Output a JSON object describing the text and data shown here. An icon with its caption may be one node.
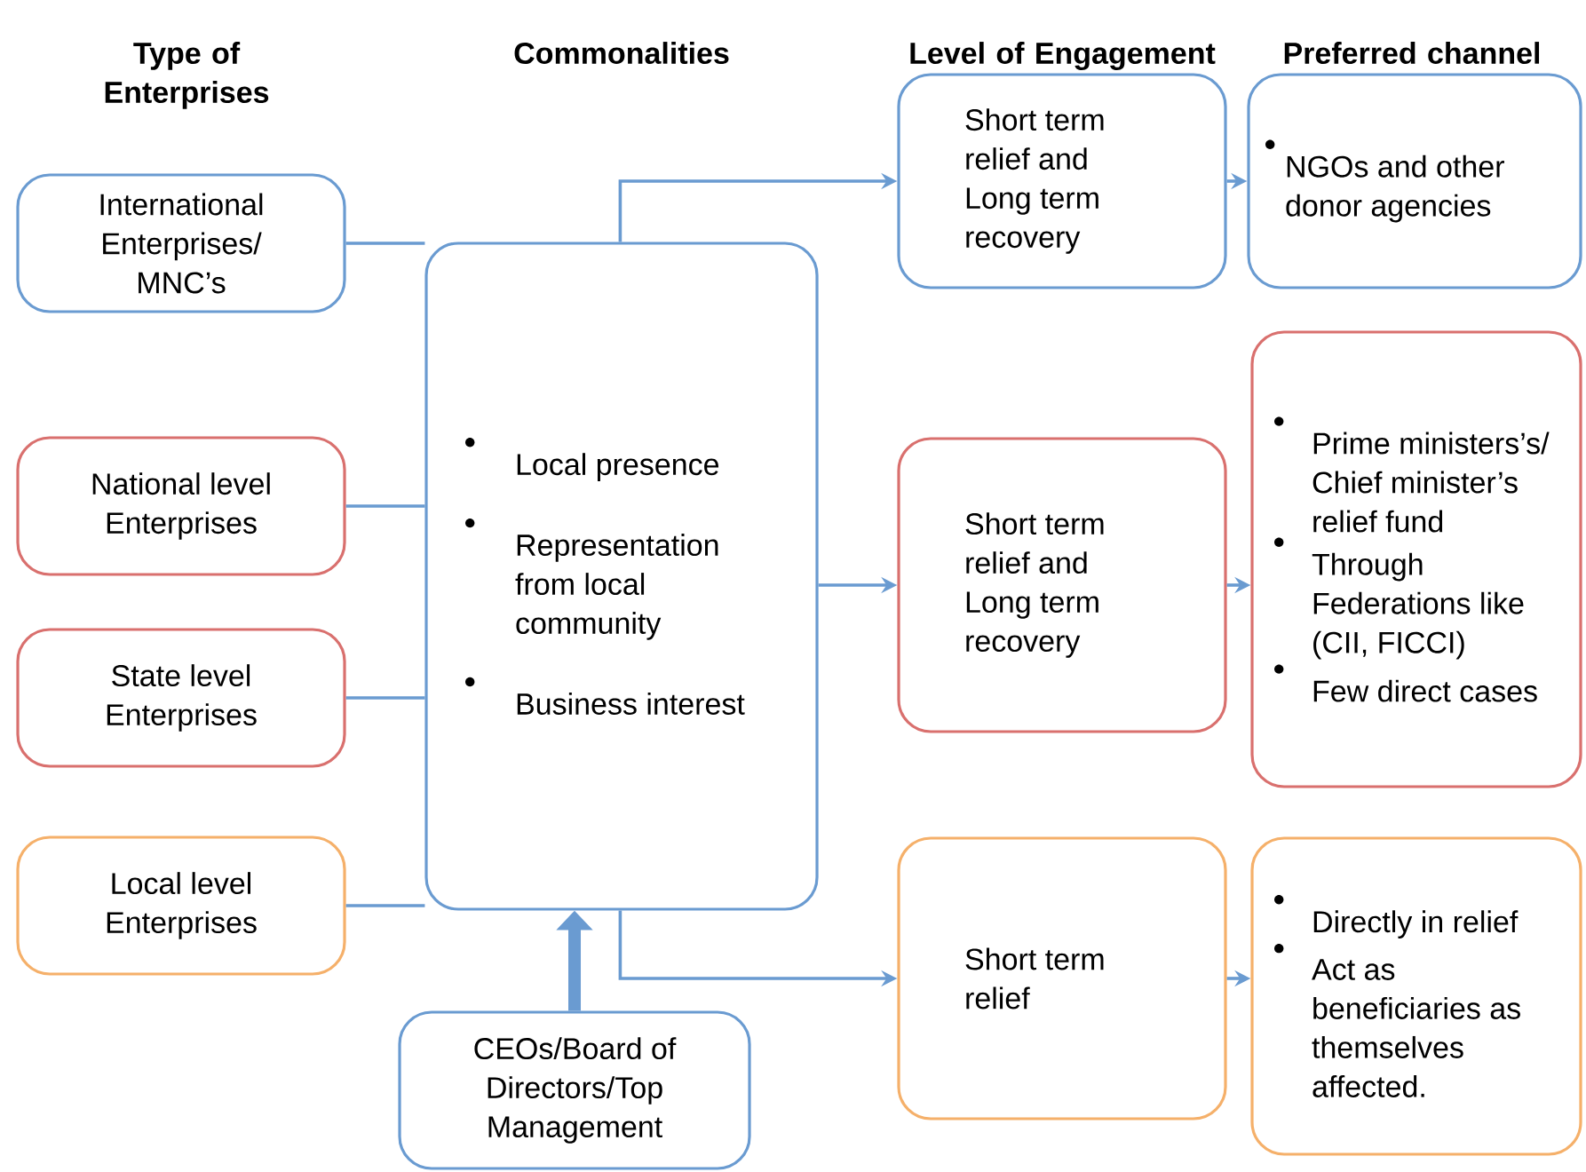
{
  "diagram": {
    "nodes": [
      {
        "text": [
          "International Enterprises/ MNC’s"
        ]
      },
      {
        "text": [
          "National level Enterprises"
        ]
      },
      {
        "text": [
          "State level Enterprises"
        ]
      },
      {
        "text": [
          "Local level Enterprises"
        ]
      },
      {
        "text": [
          "Local presence",
          "Representation from local community",
          "Business interest"
        ]
      },
      {
        "text": [
          "CEOs/Board of Directors/Top Management"
        ]
      },
      {
        "text": [
          "Short term relief and Long term recovery"
        ]
      },
      {
        "text": [
          "Short term relief and Long term recovery"
        ]
      },
      {
        "text": [
          "Short term relief"
        ]
      },
      {
        "text": [
          "NGOs and other donor agencies"
        ]
      },
      {
        "text": [
          "Prime ministers’s/ Chief minister’s relief fund",
          "Through Federations like (CII, FICCI)",
          "Few direct cases"
        ]
      },
      {
        "text": [
          "Directly in relief",
          "Act as beneficiaries as themselves affected."
        ]
      }
    ],
    "edges": [
      {
        "from": 0,
        "to": 4,
        "arrow": "none"
      },
      {
        "from": 1,
        "to": 4,
        "arrow": "none"
      },
      {
        "from": 2,
        "to": 4,
        "arrow": "none"
      },
      {
        "from": 3,
        "to": 4,
        "arrow": "none"
      },
      {
        "from": 5,
        "to": 4,
        "arrow": "to",
        "style": "thick"
      },
      {
        "from": 4,
        "to": 6,
        "arrow": "to"
      },
      {
        "from": 4,
        "to": 7,
        "arrow": "to"
      },
      {
        "from": 4,
        "to": 8,
        "arrow": "to"
      },
      {
        "from": 6,
        "to": 9,
        "arrow": "to"
      },
      {
        "from": 7,
        "to": 10,
        "arrow": "to"
      },
      {
        "from": 8,
        "to": 11,
        "arrow": "to"
      }
    ],
    "labels": [
      "Type of Enterprises",
      "Commonalities",
      "Level of Engagement",
      "Preferred channel"
    ]
  }
}
